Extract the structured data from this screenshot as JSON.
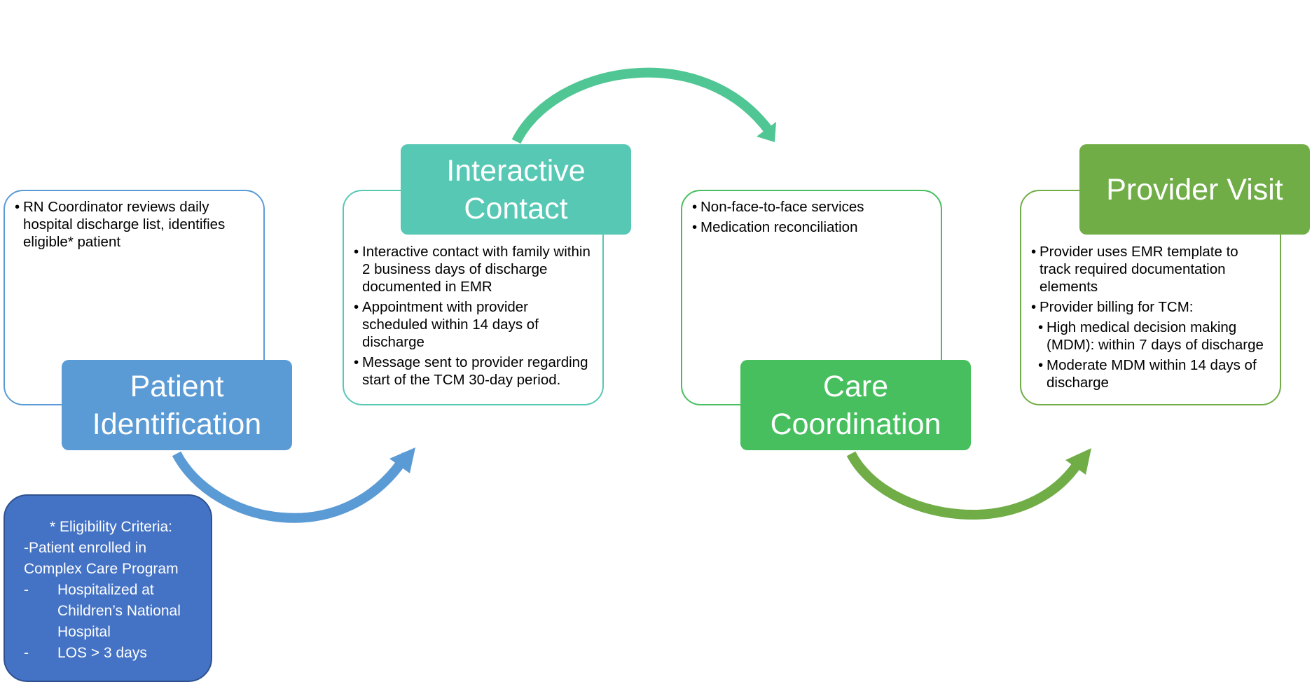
{
  "colors": {
    "blue": "#5b9bd5",
    "teal": "#56c8b4",
    "green": "#47bf5f",
    "olive": "#70ad47",
    "navy": "#4472c4"
  },
  "steps": [
    {
      "title": "Patient Identification",
      "details": [
        "RN Coordinator reviews daily hospital discharge list, identifies eligible* patient"
      ]
    },
    {
      "title": "Interactive Contact",
      "details": [
        "Interactive contact with family within 2 business days of discharge documented in EMR",
        "Appointment with provider scheduled within 14 days of discharge",
        "Message sent to provider regarding start of the TCM 30-day period."
      ]
    },
    {
      "title": "Care Coordination",
      "details": [
        "Non-face-to-face services",
        "Medication reconciliation"
      ]
    },
    {
      "title": "Provider Visit",
      "details": [
        "Provider uses EMR template to track required documentation elements",
        "Provider billing for TCM:"
      ],
      "subdetails": [
        "High medical decision making (MDM): within 7 days of discharge",
        "Moderate MDM within 14 days of discharge"
      ]
    }
  ],
  "eligibility": {
    "title": "* Eligibility Criteria:",
    "line1": "-Patient enrolled in Complex Care Program",
    "items": [
      {
        "dash": "-",
        "text": "Hospitalized at Children’s National Hospital"
      },
      {
        "dash": "-",
        "text": "LOS > 3 days"
      }
    ]
  }
}
